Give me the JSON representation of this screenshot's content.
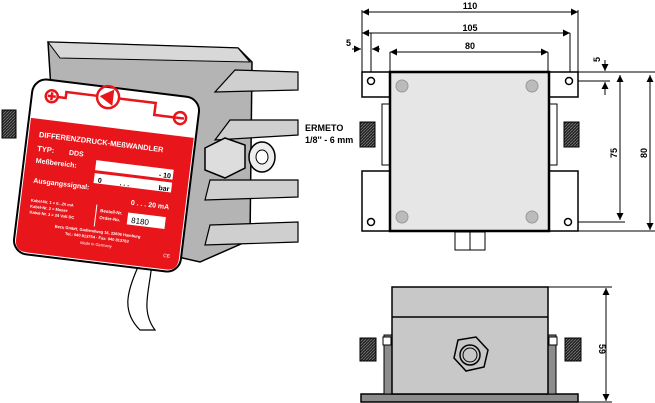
{
  "product_label": {
    "title": "DIFFERENZDRUCK-MEßWANDLER",
    "type_label": "TYP:",
    "type_value": "DDS",
    "range_label": "Meßbereich:",
    "range_max": "- 10",
    "range_min": "0",
    "range_dots": ". . .",
    "range_unit": "bar",
    "output_label": "Ausgangssignal:",
    "output_value": "0 . . . 20 mA",
    "cables": [
      "Kabel-Nr. 1 = 0...20 mA",
      "Kabel-Nr. 2 = Masse",
      "Kabel-Nr. 3 = 24 Volt DC"
    ],
    "order_label_1": "Bestell-Nr.",
    "order_label_2": "Order-No.",
    "order_number": "8180",
    "company": "Bezu GmbH, Gadlendweg 16, 22606 Hamburg",
    "phone": "Tel.: 040 813754 · Fax: 040 813763",
    "origin": "Made in Germany",
    "ce_mark": "CE"
  },
  "fitting_note": {
    "line1": "ERMETO",
    "line2": "1/8'' - 6 mm"
  },
  "dimensions": {
    "overall_width": "110",
    "hole_spacing": "105",
    "body_width": "80",
    "hole_offset_x": "5",
    "hole_offset_y": "5",
    "hole_spacing_vertical": "75",
    "overall_height": "80",
    "side_height": "59"
  },
  "colors": {
    "label_red": "#e8151b",
    "body_gray": "#c8c8c8",
    "base_gray": "#8c8c8c"
  }
}
